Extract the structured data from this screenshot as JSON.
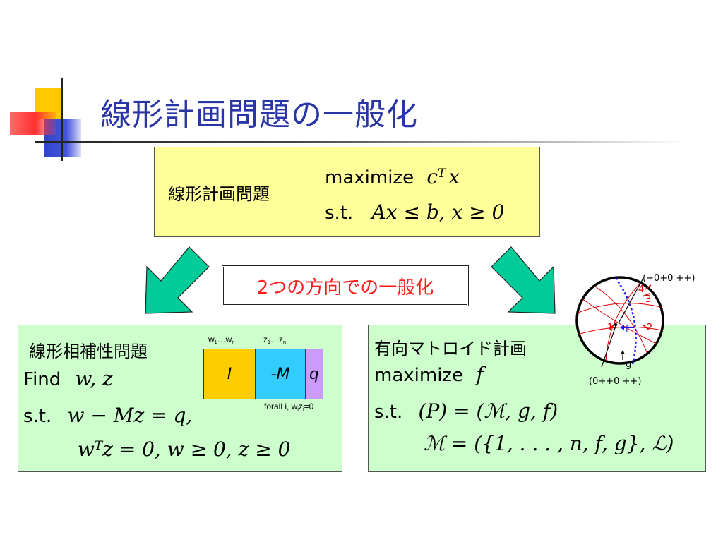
{
  "title": "線形計画問題の一般化",
  "lp": {
    "label": "線形計画問題",
    "maximize": "maximize",
    "objective_c": "c",
    "objective_T": "T",
    "objective_x": "x",
    "st": "s.t.",
    "constraint": "Ax ≤ b, x ≥ 0"
  },
  "center_label": "2つの方向での一般化",
  "lcp": {
    "title": "線形相補性問題",
    "find": "Find",
    "find_vars": "w, z",
    "st": "s.t.",
    "eq1": "w − Mz = q,",
    "eq2_w": "w",
    "eq2_T": "T",
    "eq2_rest": "z = 0, w ≥ 0, z ≥ 0",
    "matrix": {
      "cell_i": "I",
      "cell_m": "-M",
      "cell_q": "q",
      "w_range_w1": "w",
      "w_range_sub1": "1",
      "w_range_dots": "…w",
      "w_range_subn": "n",
      "z_range_z1": "z",
      "z_range_sub1": "1",
      "z_range_dots": "…z",
      "z_range_subn": "n",
      "forall_text": "forall i, w",
      "forall_sub_i1": "i",
      "forall_z": "z",
      "forall_sub_i2": "i",
      "forall_end": "=0"
    }
  },
  "om": {
    "title": "有向マトロイド計画",
    "maximize": "maximize",
    "objective": "f",
    "st": "s.t.",
    "eq1": "(P) = (ℳ, g, f)",
    "eq2": "ℳ = ({1, . . . , n, f, g}, ℒ)"
  },
  "sphere": {
    "label_top": "(+0+0 ++)",
    "label_bottom": "(0++0 ++)",
    "label_1": "1",
    "label_2": "2",
    "label_3": "3",
    "label_4": "4",
    "label_f": "f",
    "label_g": "g"
  },
  "colors": {
    "title": "#2a36a8",
    "lp_box": "#ffff99",
    "green_box": "#ccffcc",
    "arrow_fill": "#00cc99",
    "center_text": "#ff1a1a",
    "cell_i": "#ffcc00",
    "cell_m": "#33ccff",
    "cell_q": "#cc99ff"
  }
}
